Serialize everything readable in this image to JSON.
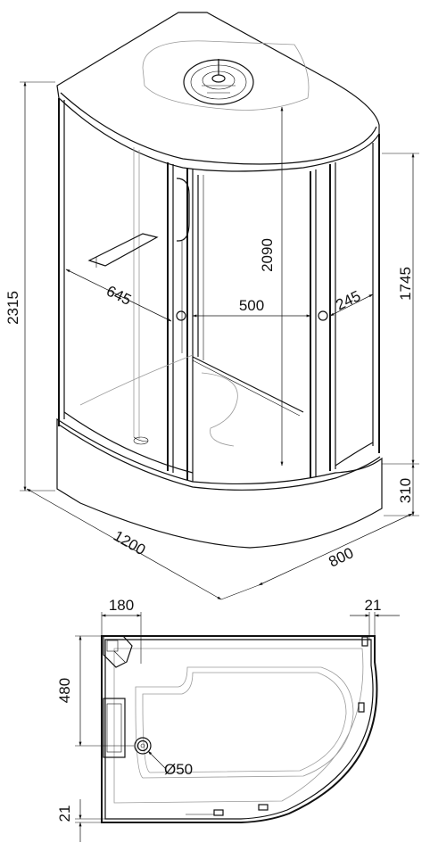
{
  "dimensions": {
    "total_height": "2315",
    "cabin_height": "2090",
    "wall_height": "1745",
    "tray_height": "310",
    "length": "1200",
    "width": "800",
    "door_width": "500",
    "side_panel_width": "645",
    "corner_width": "245"
  },
  "plan": {
    "top_left_offset": "180",
    "top_right_offset": "21",
    "left_side_offset": "480",
    "bottom_offset": "21",
    "drain_diameter": "Ø50"
  }
}
